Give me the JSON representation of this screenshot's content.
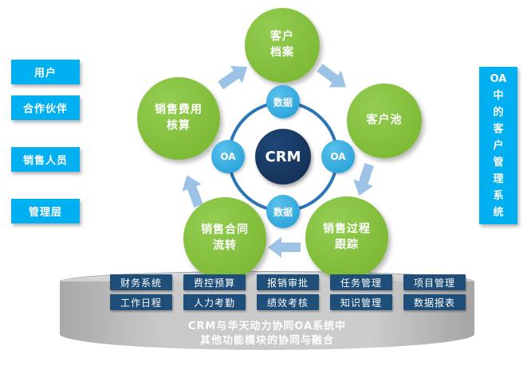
{
  "left_panel": {
    "items": [
      {
        "label": "用户"
      },
      {
        "label": "合作伙伴"
      },
      {
        "label": "销售人员"
      },
      {
        "label": "管理层"
      }
    ]
  },
  "right_panel": {
    "label": "OA\n中\n的\n客\n户\n管\n理\n系\n统"
  },
  "hub": {
    "center_label": "CRM",
    "connector_top": "数据",
    "connector_right": "OA",
    "connector_bottom": "数据",
    "connector_left": "OA",
    "node_top": "客户\n档案",
    "node_right": "客户池",
    "node_left": "销售费用\n核算",
    "node_bottom_left": "销售合同\n流转",
    "node_bottom_right": "销售过程\n跟踪"
  },
  "platform": {
    "modules_row1": [
      "财务系统",
      "费控预算",
      "报销审批",
      "任务管理",
      "项目管理"
    ],
    "modules_row2": [
      "工作日程",
      "人力考勤",
      "绩效考核",
      "知识管理",
      "数据报表"
    ],
    "caption_line1": "CRM与华天动力协同OA系统中",
    "caption_line2": "其他功能模块的协同与融合"
  },
  "colors": {
    "accent_blue": "#00B0F0",
    "node_green": "#7DBB42",
    "hub_navy": "#17375E",
    "connector_blue": "#2BA3DC",
    "ring_blue": "#2E75B6",
    "arrow_blue": "#9CC2E5",
    "module_navy": "#1F4E79",
    "cylinder_gray": "#C0C0C0"
  }
}
